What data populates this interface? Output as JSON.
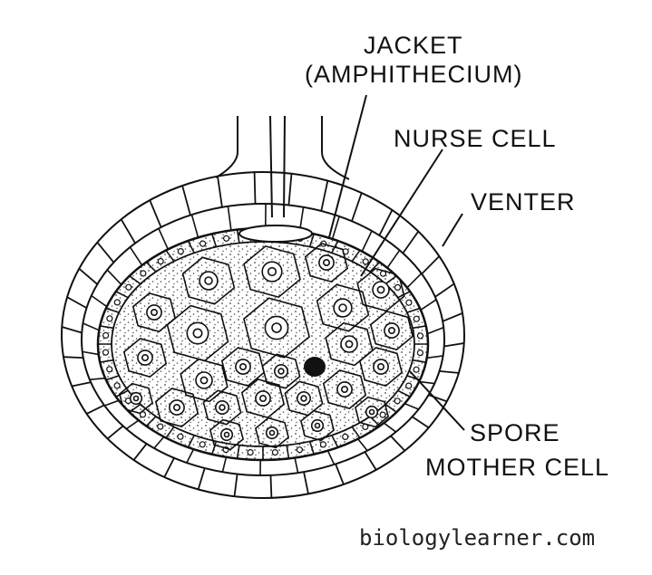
{
  "labels": {
    "jacket_line1": "JACKET",
    "jacket_line2": "(AMPHITHECIUM)",
    "nurse_cell": "NURSE CELL",
    "venter": "VENTER",
    "spore_line1": "SPORE",
    "spore_line2": "MOTHER CELL"
  },
  "watermark": "biologylearner.com",
  "colors": {
    "ink": "#111111",
    "paper": "#ffffff",
    "stipple": "#444444"
  }
}
